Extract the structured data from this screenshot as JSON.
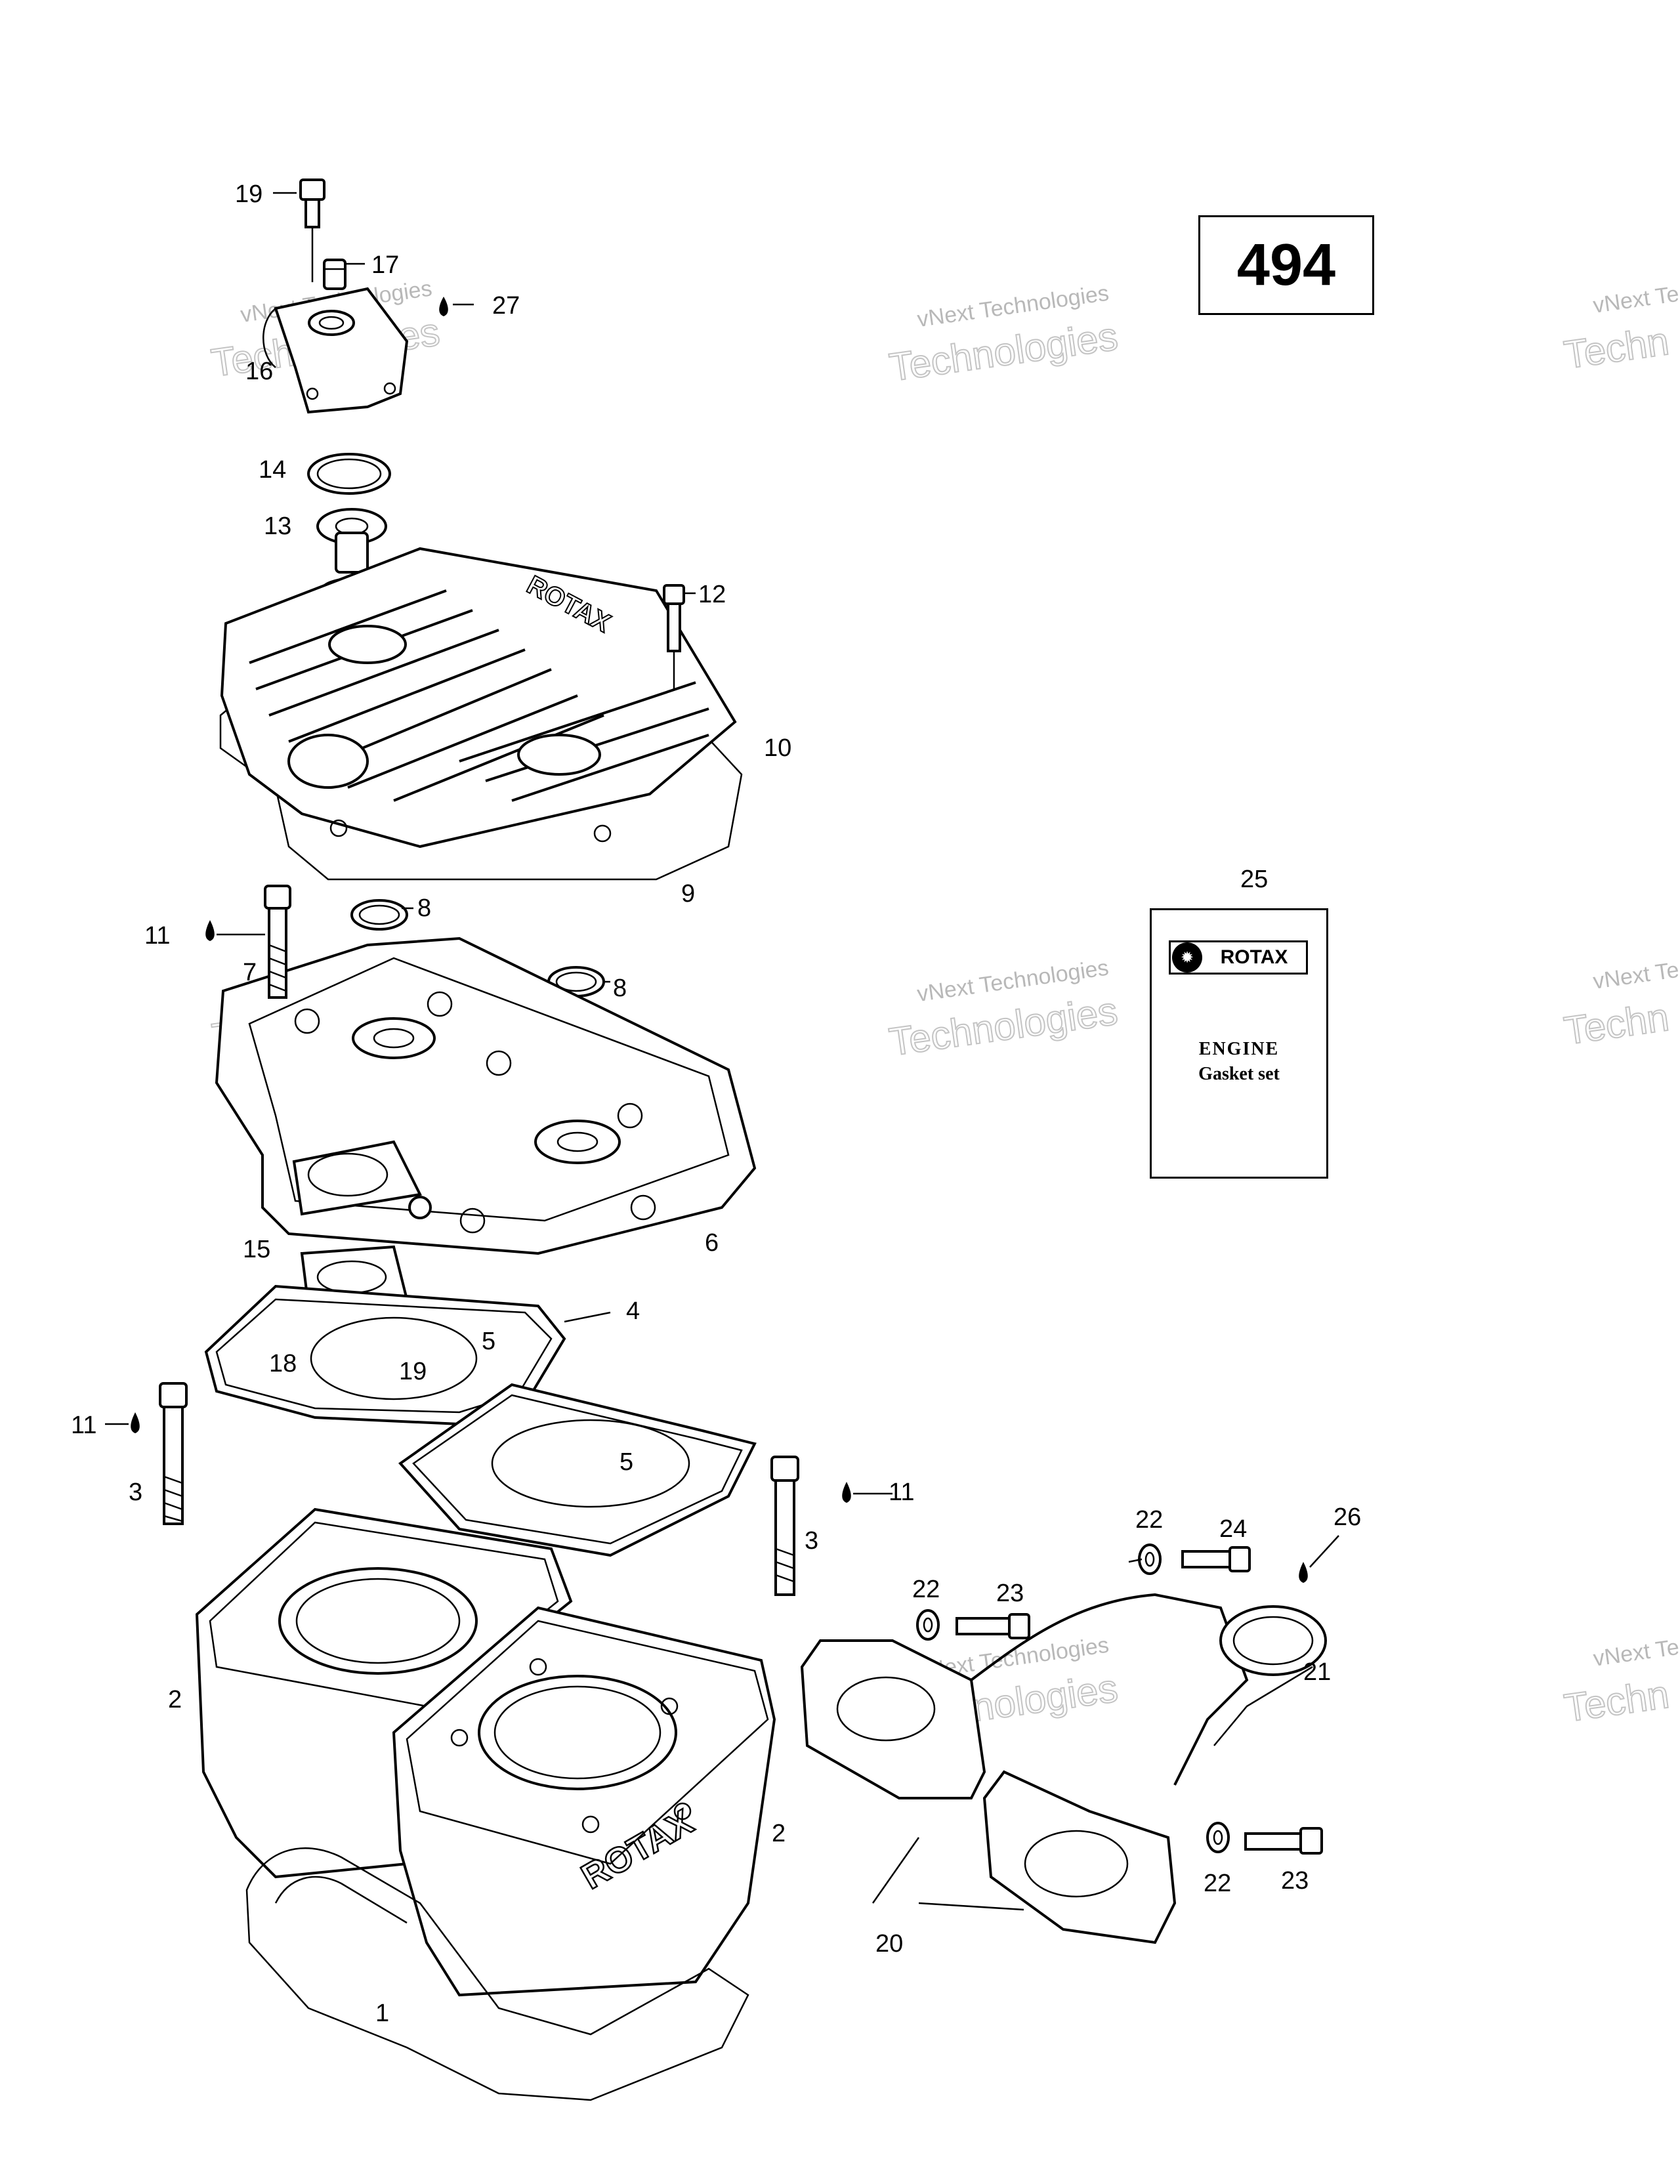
{
  "page_number": "494",
  "watermark": {
    "line1": "vNext Technologies",
    "line2": "Technologies",
    "partial_line1": "vNext Te",
    "partial_line2": "Techn"
  },
  "gasket_set": {
    "brand": "ROTAX",
    "title_line1": "ENGINE",
    "title_line2": "Gasket set"
  },
  "callouts": {
    "c1": "1",
    "c2a": "2",
    "c2b": "2",
    "c3a": "3",
    "c3b": "3",
    "c4": "4",
    "c5a": "5",
    "c5b": "5",
    "c6": "6",
    "c7": "7",
    "c8a": "8",
    "c8b": "8",
    "c9": "9",
    "c10": "10",
    "c11a": "11",
    "c11b": "11",
    "c11c": "11",
    "c12": "12",
    "c13": "13",
    "c14": "14",
    "c15": "15",
    "c16": "16",
    "c17": "17",
    "c18": "18",
    "c19a": "19",
    "c19b": "19",
    "c20": "20",
    "c21": "21",
    "c22a": "22",
    "c22b": "22",
    "c22c": "22",
    "c23a": "23",
    "c23b": "23",
    "c24": "24",
    "c25": "25",
    "c26": "26",
    "c27": "27"
  },
  "cover_lettering": {
    "valve_cover": "ROTAX",
    "cylinder": "ROTAX"
  }
}
